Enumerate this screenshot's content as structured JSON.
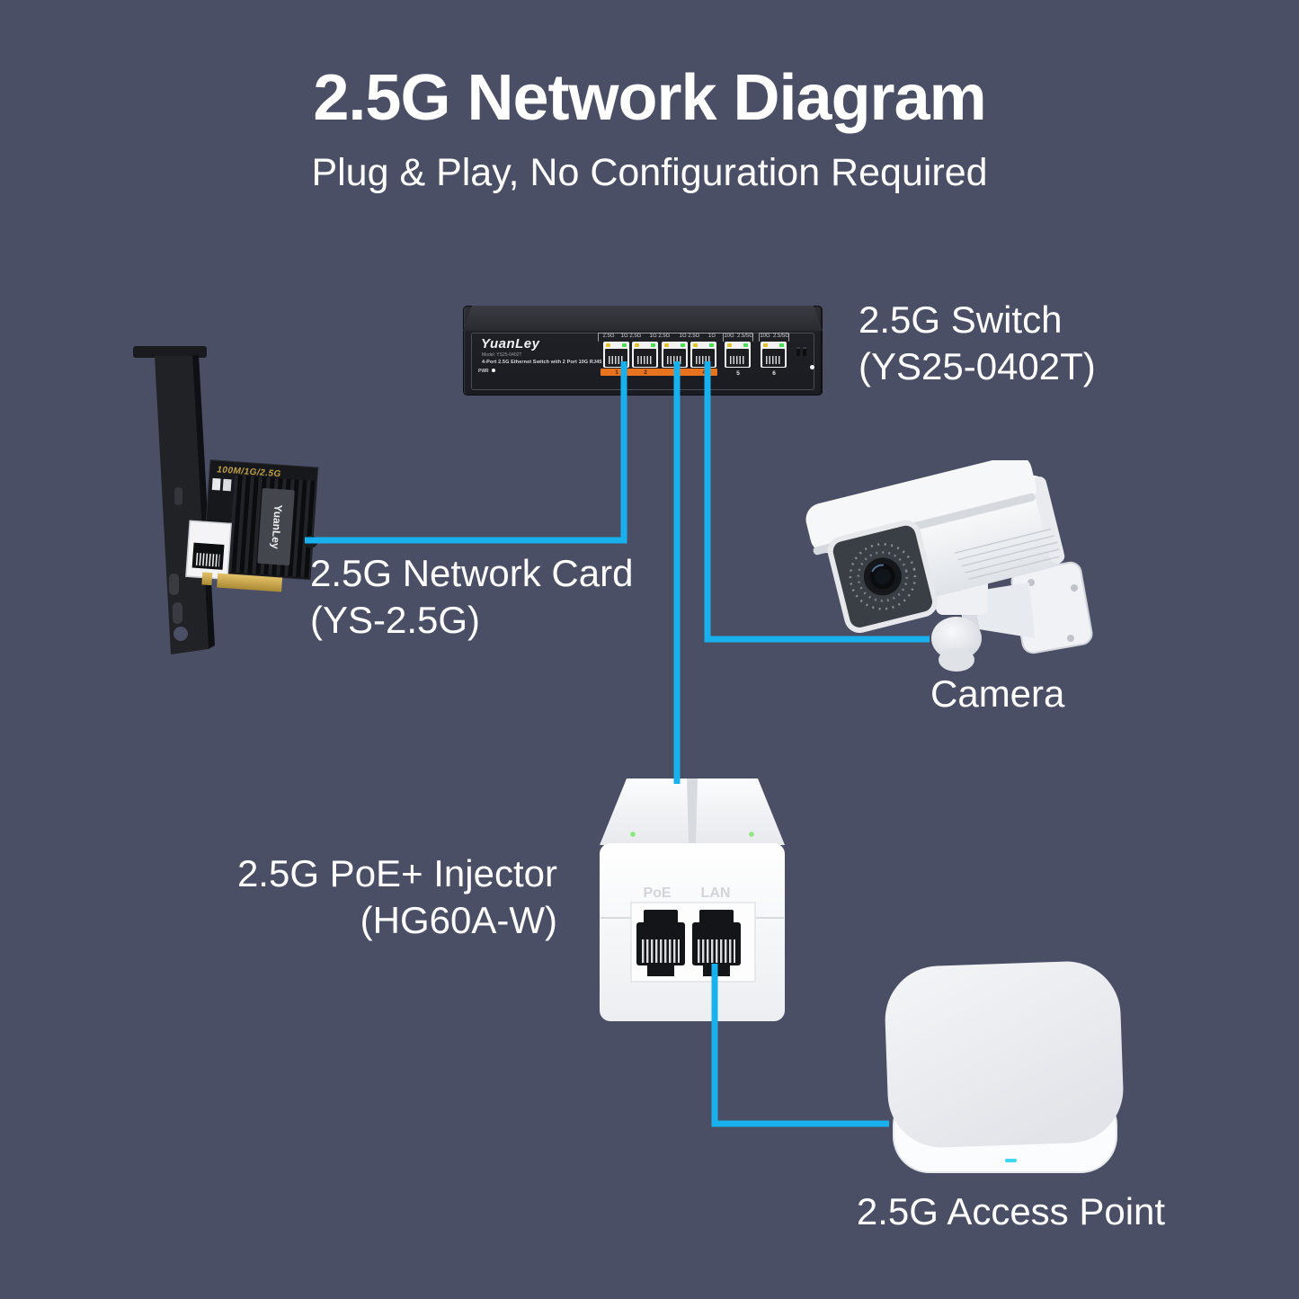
{
  "header": {
    "title": "2.5G Network Diagram",
    "subtitle": "Plug & Play, No Configuration Required"
  },
  "labels": {
    "switch": {
      "line1": "2.5G Switch",
      "line2": "(YS25-0402T)"
    },
    "network_card": {
      "line1": "2.5G Network Card",
      "line2": "(YS-2.5G)"
    },
    "camera": {
      "line1": "Camera"
    },
    "poe_injector": {
      "line1": "2.5G PoE+ Injector",
      "line2": "(HG60A-W)"
    },
    "access_point": {
      "line1": "2.5G Access Point"
    }
  },
  "switch_device": {
    "brand": "YuanLey",
    "model": "Model: YS25-0402T",
    "description": "4-Port 2.5G Ethernet Switch with 2 Port 10G RJ45",
    "power_led_label": "PWR",
    "group_port_labels": [
      "2.5G",
      "1G 2.5G",
      "1G 2.5G",
      "1G 2.5G",
      "1G"
    ],
    "uplink_port_labels": [
      "10G",
      "2.5/5G",
      "10G",
      "2.5/5G"
    ],
    "port_numbers": [
      "1",
      "2",
      "3",
      "4",
      "5",
      "6"
    ]
  },
  "network_card_device": {
    "top_marking": "100M/1G/2.5G",
    "heatsink_brand": "YuanLey"
  },
  "injector_device": {
    "poe_port_label": "PoE",
    "lan_port_label": "LAN"
  },
  "colors": {
    "background": "#4b4f66",
    "cable_blue": "#18b1ee",
    "port_bar_orange": "#e8731f",
    "led_yellow": "#e3c22c",
    "led_green": "#47e14f"
  }
}
